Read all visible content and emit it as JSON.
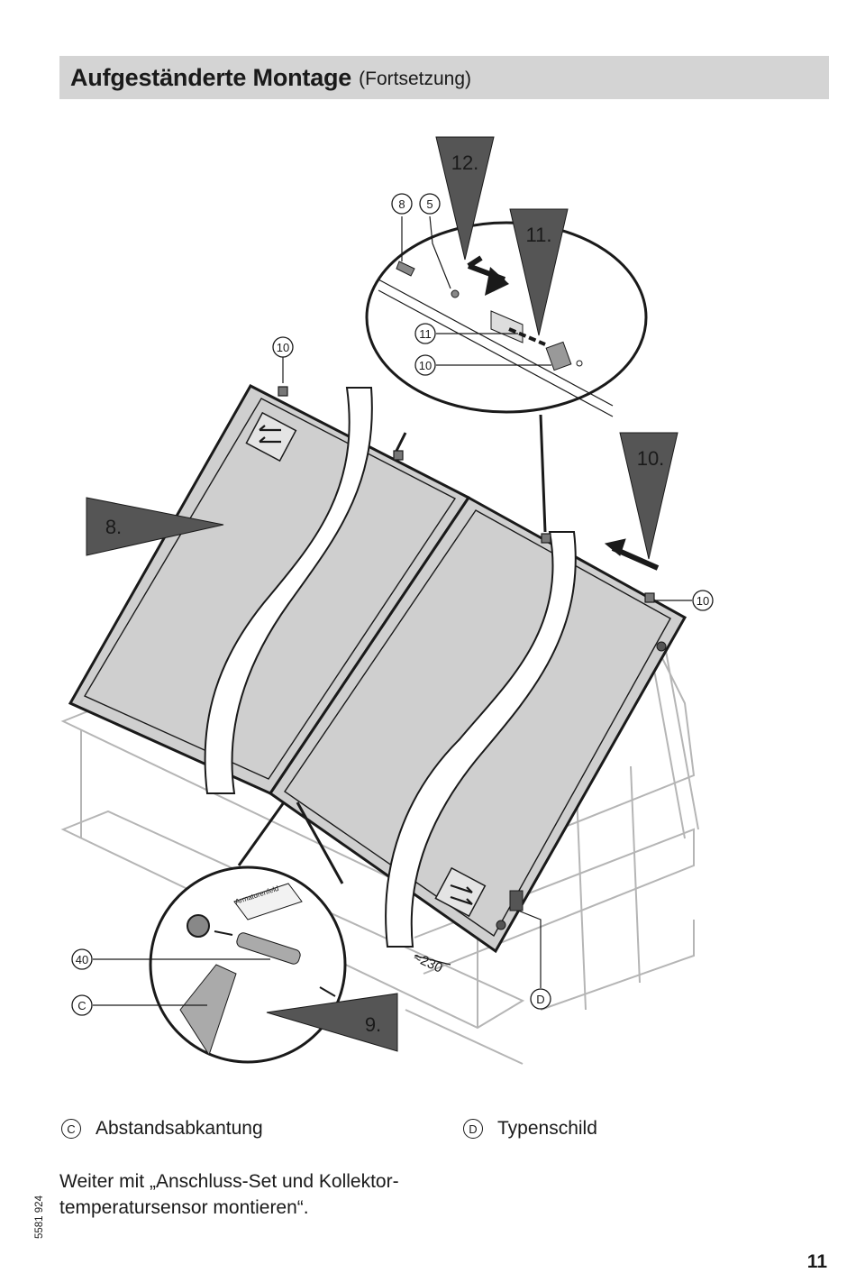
{
  "header": {
    "title": "Aufgeständerte Montage",
    "subtitle": "(Fortsetzung)"
  },
  "illustration": {
    "steps": [
      "12.",
      "11.",
      "10.",
      "8.",
      "9."
    ],
    "callouts": [
      "8",
      "5",
      "11",
      "10",
      "10",
      "10",
      "40",
      "C",
      "D"
    ],
    "dimension_label": "≈230",
    "sticker_label": "Armaturenfeld"
  },
  "legend": [
    {
      "key": "C",
      "label": "Abstandsabkantung"
    },
    {
      "key": "D",
      "label": "Typenschild"
    }
  ],
  "note": {
    "line1": "Weiter mit „Anschluss-Set und Kollektor-",
    "line2": "temperatursensor montieren“."
  },
  "doc_number": "5581 924",
  "page_number": "11",
  "colors": {
    "header_bg": "#d4d4d4",
    "panel_fill": "#cccccc",
    "arrow_fill": "#555555",
    "frame_stroke": "#1a1a1a",
    "rack_stroke": "#b5b5b5"
  }
}
